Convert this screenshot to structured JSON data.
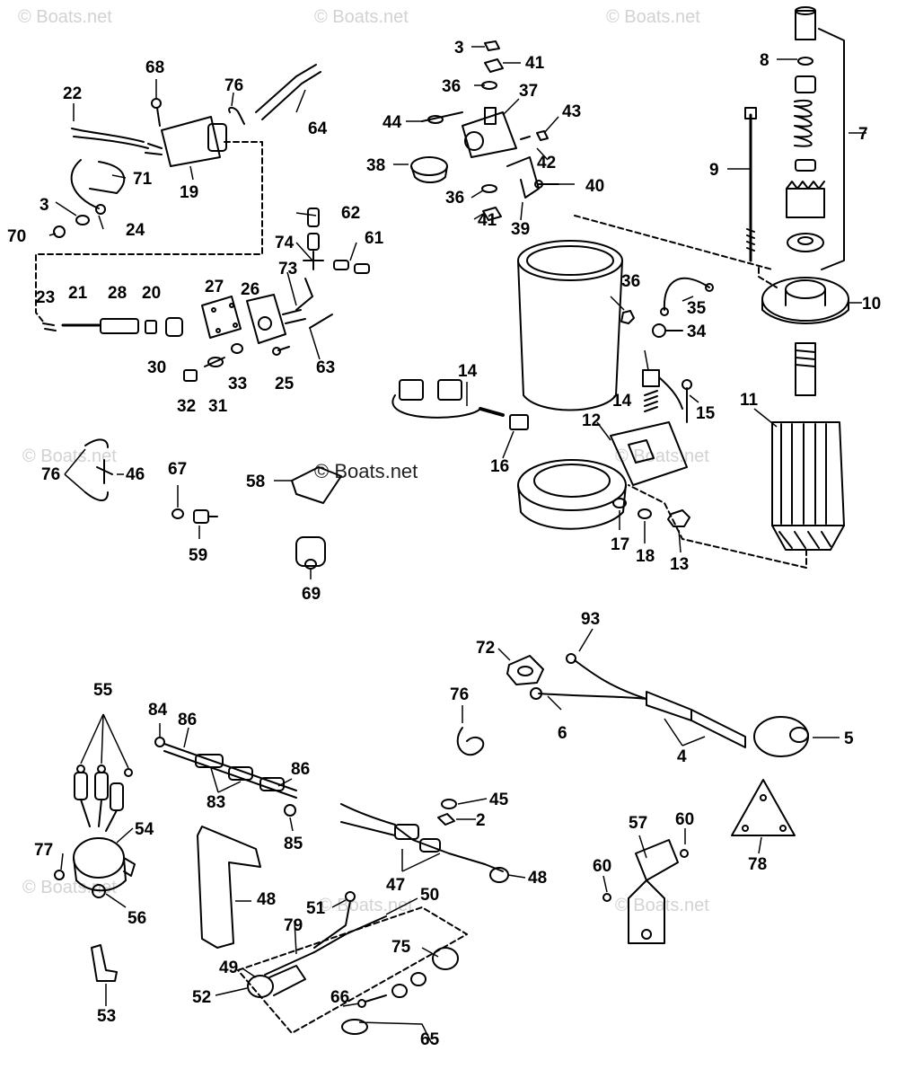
{
  "watermark": "© Boats.net",
  "colors": {
    "ink": "#000000",
    "watermark": "#d2d2d2",
    "background": "#ffffff"
  },
  "callouts": [
    "3",
    "41",
    "36",
    "37",
    "44",
    "43",
    "38",
    "42",
    "40",
    "36",
    "41",
    "39",
    "8",
    "7",
    "9",
    "10",
    "68",
    "76",
    "64",
    "22",
    "71",
    "19",
    "3",
    "24",
    "70",
    "62",
    "74",
    "61",
    "73",
    "23",
    "21",
    "28",
    "20",
    "27",
    "26",
    "30",
    "32",
    "31",
    "33",
    "25",
    "63",
    "36",
    "35",
    "34",
    "14",
    "14",
    "15",
    "11",
    "16",
    "12",
    "17",
    "18",
    "13",
    "76",
    "46",
    "67",
    "59",
    "58",
    "69",
    "72",
    "93",
    "76",
    "6",
    "4",
    "5",
    "55",
    "84",
    "86",
    "86",
    "83",
    "85",
    "54",
    "77",
    "56",
    "53",
    "48",
    "45",
    "2",
    "47",
    "48",
    "51",
    "50",
    "79",
    "75",
    "49",
    "52",
    "66",
    "65",
    "57",
    "60",
    "60",
    "78"
  ]
}
